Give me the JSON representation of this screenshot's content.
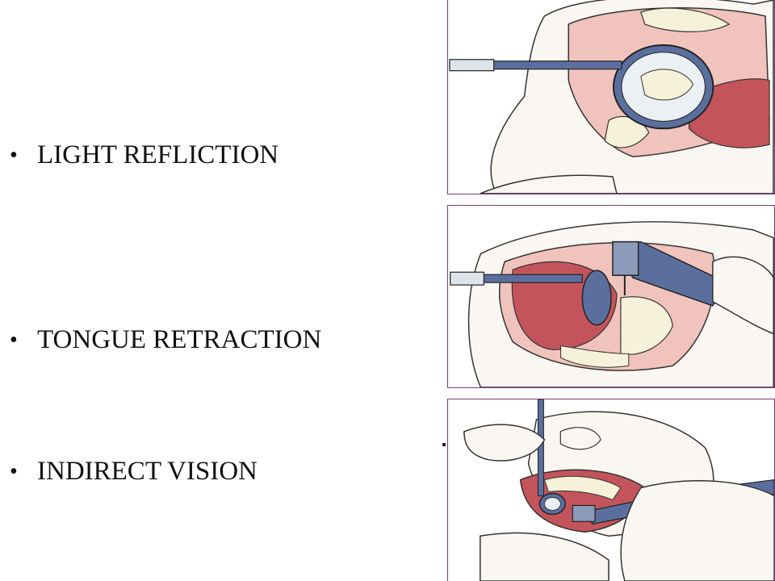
{
  "bullets": {
    "symbol": "•",
    "items": [
      "LIGHT REFLICTION",
      "TONGUE  RETRACTION",
      "INDIRECT VISION"
    ]
  },
  "colors": {
    "panel_border": "#7b3b77",
    "tissue": "#c4545c",
    "tissue_light": "#f1c3bd",
    "instrument": "#5b6f9e",
    "skin": "#faf7f2",
    "tooth": "#f6f1d9"
  }
}
